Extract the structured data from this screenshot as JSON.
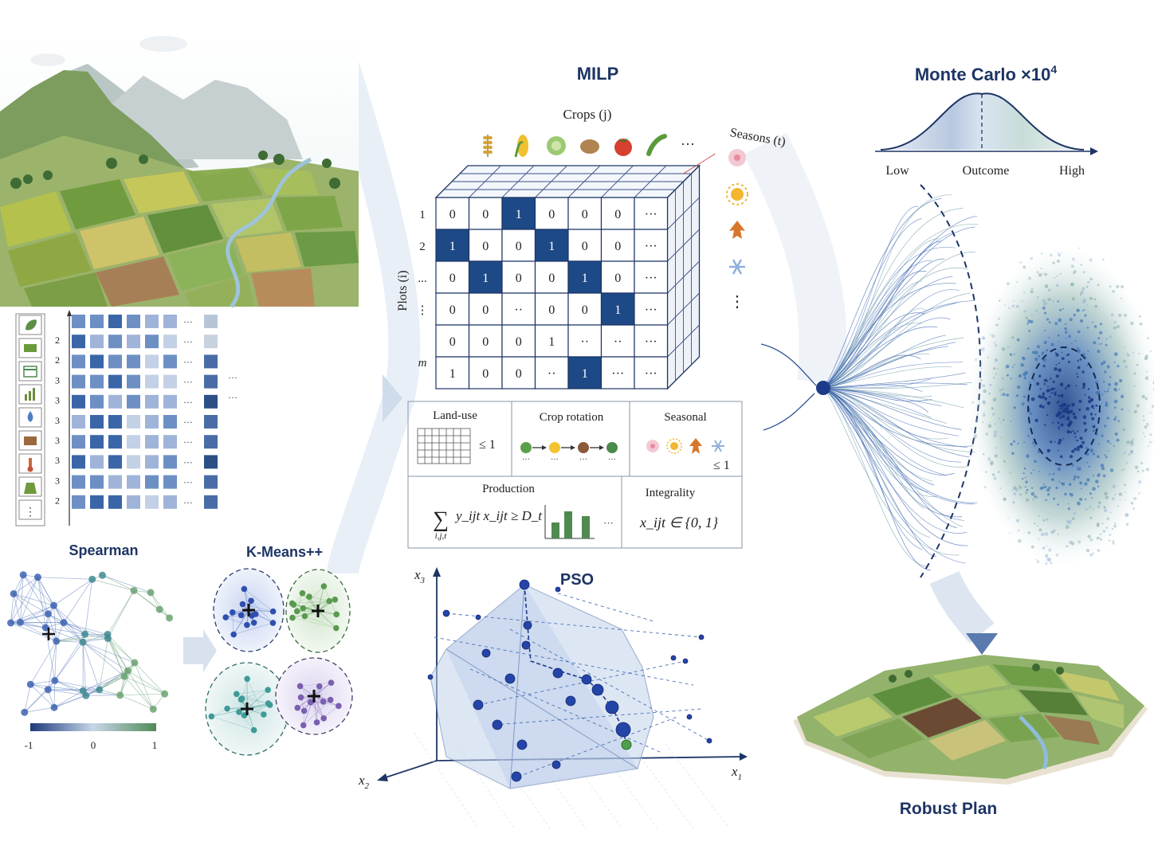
{
  "titles": {
    "milp": "MILP",
    "monte_carlo": "Monte Carlo ×10",
    "monte_carlo_exp": "4",
    "spearman": "Spearman",
    "kmeans": "K-Means++",
    "pso": "PSO",
    "robust_plan": "Robust Plan"
  },
  "milp": {
    "crops_label": "Crops (j)",
    "plots_label": "Plots (i)",
    "seasons_label": "Seasons (t)",
    "row_labels": [
      "1",
      "2",
      "...",
      "⋮",
      "",
      "m"
    ],
    "matrix": [
      [
        "0",
        "0",
        "1",
        "0",
        "0",
        "0",
        "···"
      ],
      [
        "1",
        "0",
        "0",
        "1",
        "0",
        "0",
        "···"
      ],
      [
        "0",
        "1",
        "0",
        "0",
        "1",
        "0",
        "···"
      ],
      [
        "0",
        "0",
        "··",
        "0",
        "0",
        "1",
        "···"
      ],
      [
        "0",
        "0",
        "0",
        "1",
        "··",
        "··",
        "···"
      ],
      [
        "1",
        "0",
        "0",
        "··",
        "1",
        "···",
        "···"
      ]
    ],
    "highlighted": [
      [
        0,
        2
      ],
      [
        1,
        0
      ],
      [
        1,
        3
      ],
      [
        2,
        1
      ],
      [
        2,
        4
      ],
      [
        3,
        5
      ],
      [
        5,
        4
      ]
    ],
    "crop_icons": [
      "wheat-icon",
      "corn-icon",
      "cabbage-icon",
      "potato-icon",
      "tomato-icon",
      "pepper-icon"
    ],
    "more_crops": "···",
    "season_icons": [
      "spring-icon",
      "summer-icon",
      "autumn-icon",
      "winter-icon"
    ],
    "more_seasons": "⋮"
  },
  "constraints": {
    "land_use": {
      "title": "Land-use",
      "rhs": "≤ 1"
    },
    "crop_rotation": {
      "title": "Crop rotation",
      "dots": "···"
    },
    "seasonal": {
      "title": "Seasonal",
      "rhs": "≤ 1"
    },
    "production": {
      "title": "Production",
      "formula": "y_ijt x_ijt ≥ D_t",
      "sum_index": "i,j,t",
      "more": "···"
    },
    "integrality": {
      "title": "Integrality",
      "formula": "x_ijt ∈ {0, 1}"
    }
  },
  "data_table": {
    "values": [
      "2",
      "2",
      "3",
      "3",
      "3",
      "3",
      "3",
      "3",
      "2"
    ],
    "icons": [
      "leaf-icon",
      "soil-icon",
      "calendar-icon",
      "bar-chart-icon",
      "water-drop-icon",
      "crate-icon",
      "thermometer-icon",
      "money-bag-icon"
    ],
    "more_icon": "⋮",
    "ellipsis": "···"
  },
  "spearman_scale": {
    "min": "-1",
    "mid": "0",
    "max": "1",
    "colors": [
      "#1b3a7a",
      "#9eb4d4",
      "#4f8a5a"
    ]
  },
  "distribution": {
    "low": "Low",
    "outcome": "Outcome",
    "high": "High"
  },
  "pso_axes": {
    "x1": "x",
    "x1_sub": "1",
    "x2": "x",
    "x2_sub": "2",
    "x3": "x",
    "x3_sub": "3"
  },
  "colors": {
    "navy": "#1d3565",
    "blue": "#2b57a8",
    "green": "#4a8a4f",
    "cell_dark": "#1d4a86"
  }
}
